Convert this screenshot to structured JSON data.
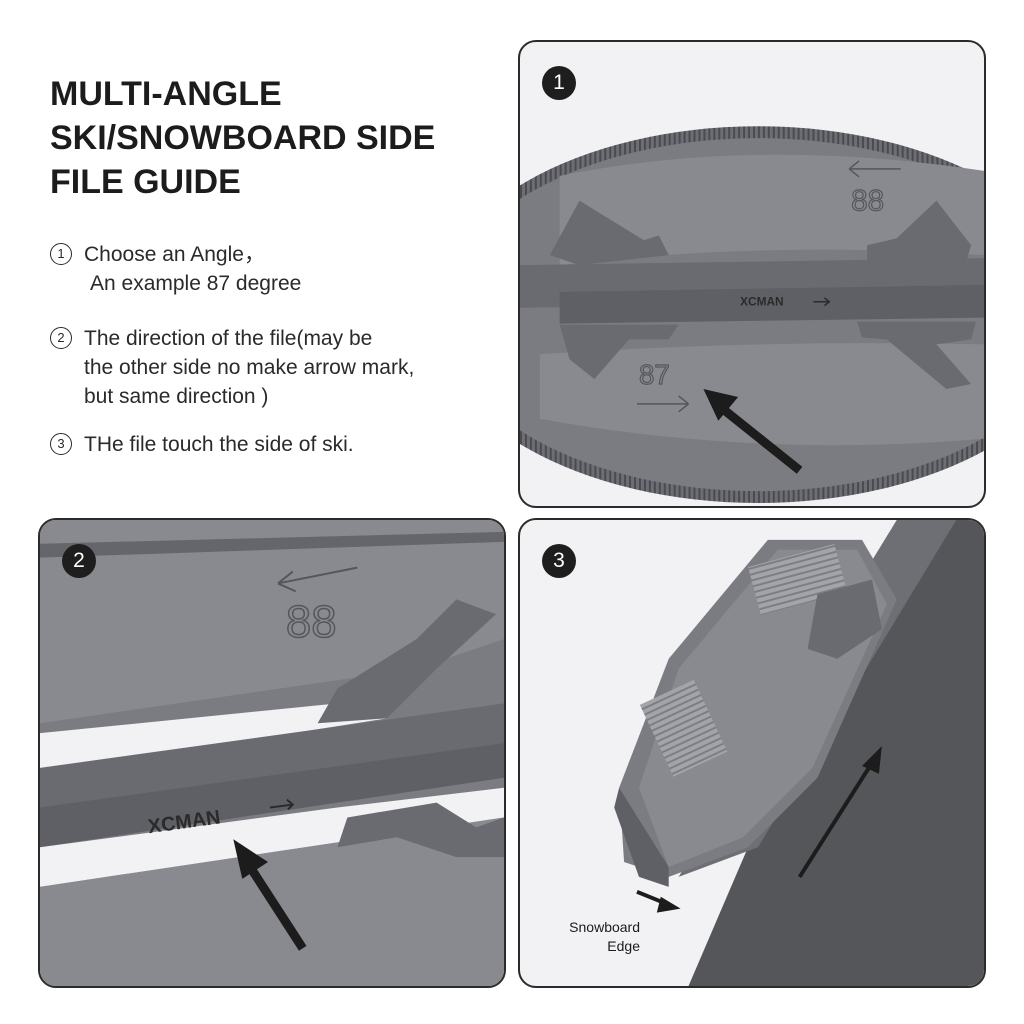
{
  "title": {
    "line1": "MULTI-ANGLE",
    "line2": "SKI/SNOWBOARD SIDE",
    "line3": "FILE GUIDE"
  },
  "steps": [
    {
      "num": "1",
      "line1": "Choose an Angle，",
      "line2": "An example 87 degree"
    },
    {
      "num": "2",
      "line1": "The direction of the file(may be",
      "line2": "the other side no make arrow mark,",
      "line3": "but same direction )"
    },
    {
      "num": "3",
      "line1": "THe file touch the side of ski."
    }
  ],
  "panels": [
    {
      "badge": "1",
      "angle_top": "88",
      "angle_bottom": "87",
      "brand": "XCMAN"
    },
    {
      "badge": "2",
      "angle_top": "88",
      "brand": "XCMAN"
    },
    {
      "badge": "3",
      "edge_label_line1": "Snowboard",
      "edge_label_line2": "Edge"
    }
  ],
  "colors": {
    "tool_gray": "#7b7c82",
    "tool_dark": "#5f6066",
    "tool_light": "#9a9ba1",
    "arrow": "#1c1c1c",
    "badge": "#1e1e1e"
  }
}
